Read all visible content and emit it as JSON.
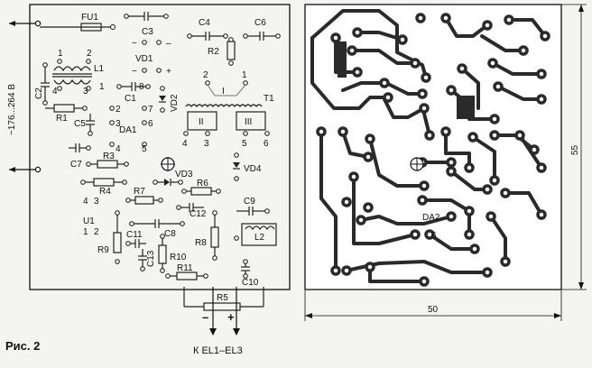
{
  "figure": {
    "caption": "Рис. 2",
    "input_voltage_label": "~176...264 В",
    "output_label": "К EL1–EL3",
    "output_minus": "–",
    "output_plus": "+",
    "dim_width": "50",
    "dim_height": "55"
  },
  "components": {
    "fu1": "FU1",
    "c3": "C3",
    "c4": "C4",
    "c6": "C6",
    "r2": "R2",
    "l1": "L1",
    "c2": "C2",
    "r1": "R1",
    "vd1": "VD1",
    "c1": "C1",
    "vd2": "VD2",
    "t1": "T1",
    "c5": "C5",
    "da1": "DA1",
    "c7": "C7",
    "r3": "R3",
    "vd3": "VD3",
    "r6": "R6",
    "vd4": "VD4",
    "r4": "R4",
    "r7": "R7",
    "c12": "C12",
    "c9": "C9",
    "u1": "U1",
    "c8": "C8",
    "r8": "R8",
    "l2": "L2",
    "r9": "R9",
    "c11": "C11",
    "c13": "C13",
    "r10": "R10",
    "r11": "R11",
    "c10": "C10",
    "r5": "R5",
    "da2": "DA2"
  },
  "pins": {
    "l1_1": "1",
    "l1_2": "2",
    "l1_3": "3",
    "l1_4": "4",
    "t1_1": "1",
    "t1_2": "2",
    "t1_3": "3",
    "t1_4": "4",
    "t1_5": "5",
    "t1_6": "6",
    "t1_w1": "I",
    "t1_w2": "II",
    "t1_w3": "III",
    "da1_1": "1",
    "da1_2": "2",
    "da1_3": "3",
    "da1_4": "4",
    "da1_5": "5",
    "da1_6": "6",
    "da1_7": "7",
    "da1_8": "8",
    "u1_1": "1",
    "u1_2": "2",
    "u1_3": "3",
    "u1_4": "4",
    "vd1_ac1": "~",
    "vd1_ac2": "~",
    "vd1_minus": "–",
    "vd1_plus": "+",
    "da2_6": "6"
  }
}
